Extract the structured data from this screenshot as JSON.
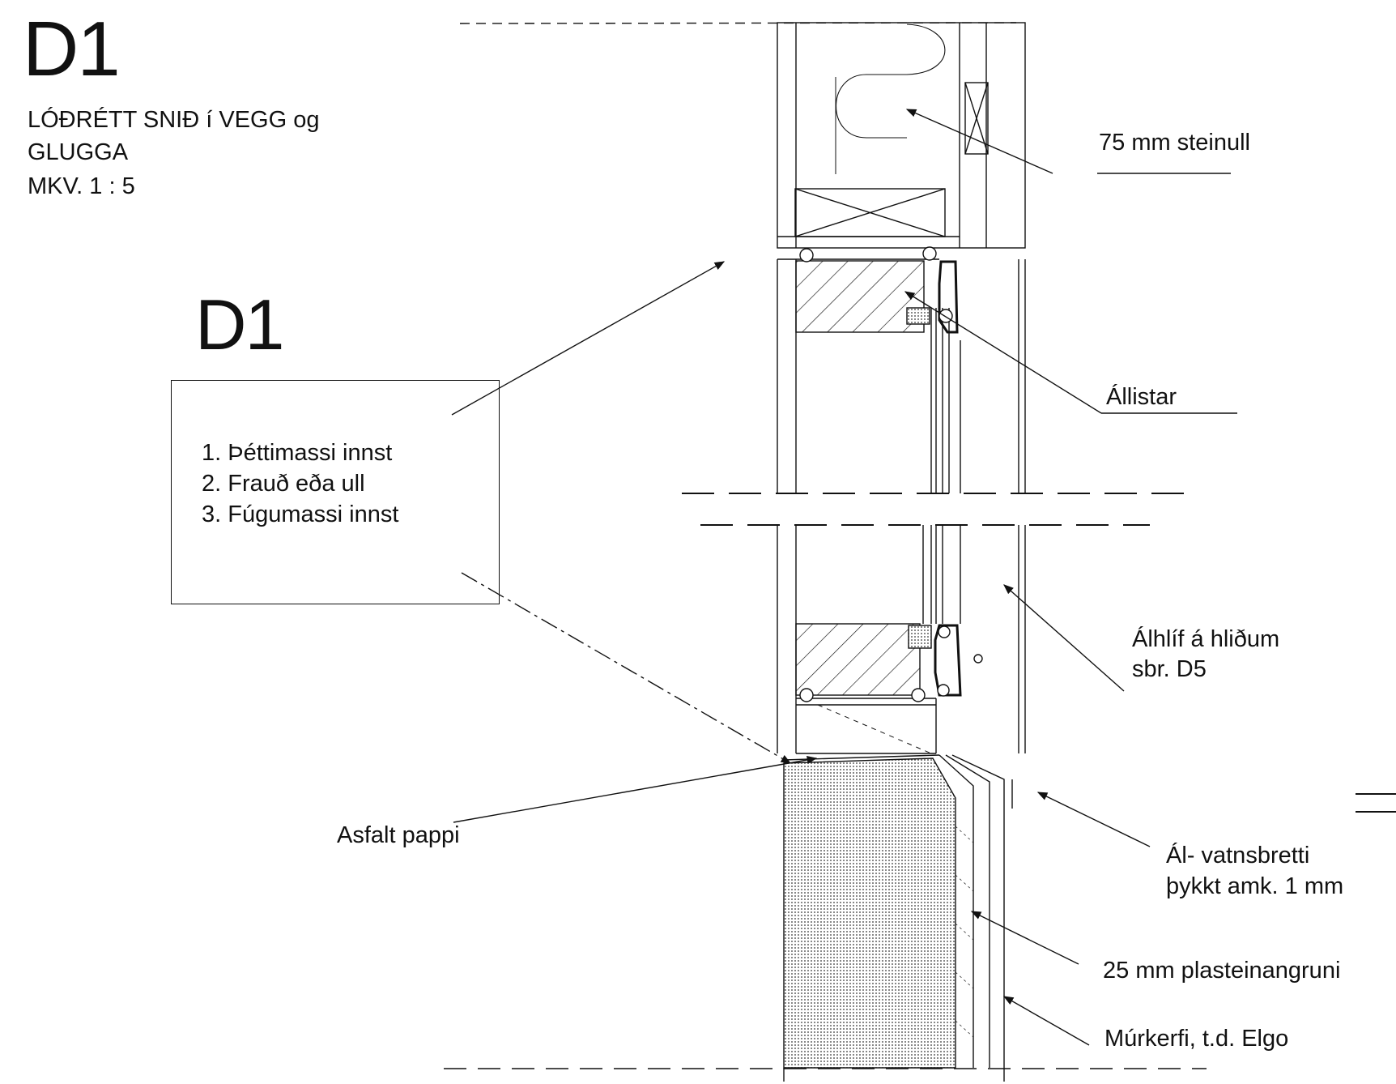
{
  "header": {
    "code": "D1",
    "title_line1": "LÓÐRÉTT SNIÐ í   VEGG og",
    "title_line2": "GLUGGA",
    "scale": "MKV.  1 : 5"
  },
  "detail": {
    "code": "D1",
    "notes": [
      "1. Þéttimassi innst",
      "2. Frauð eða ull",
      "3. Fúgumassi innst"
    ]
  },
  "labels": {
    "steinull": "75 mm steinull",
    "allistar": "Állistar",
    "alhlif_1": "Álhlíf á hliðum",
    "alhlif_2": "sbr. D5",
    "asfalt": "Asfalt pappi",
    "vatnsbretti_1": "Ál- vatnsbretti",
    "vatnsbretti_2": "þykkt amk. 1 mm",
    "plast": "25 mm plasteinangruni",
    "murkerfi": "Múrkerfi, t.d. Elgo"
  },
  "colors": {
    "ink": "#111111",
    "background": "#ffffff"
  }
}
